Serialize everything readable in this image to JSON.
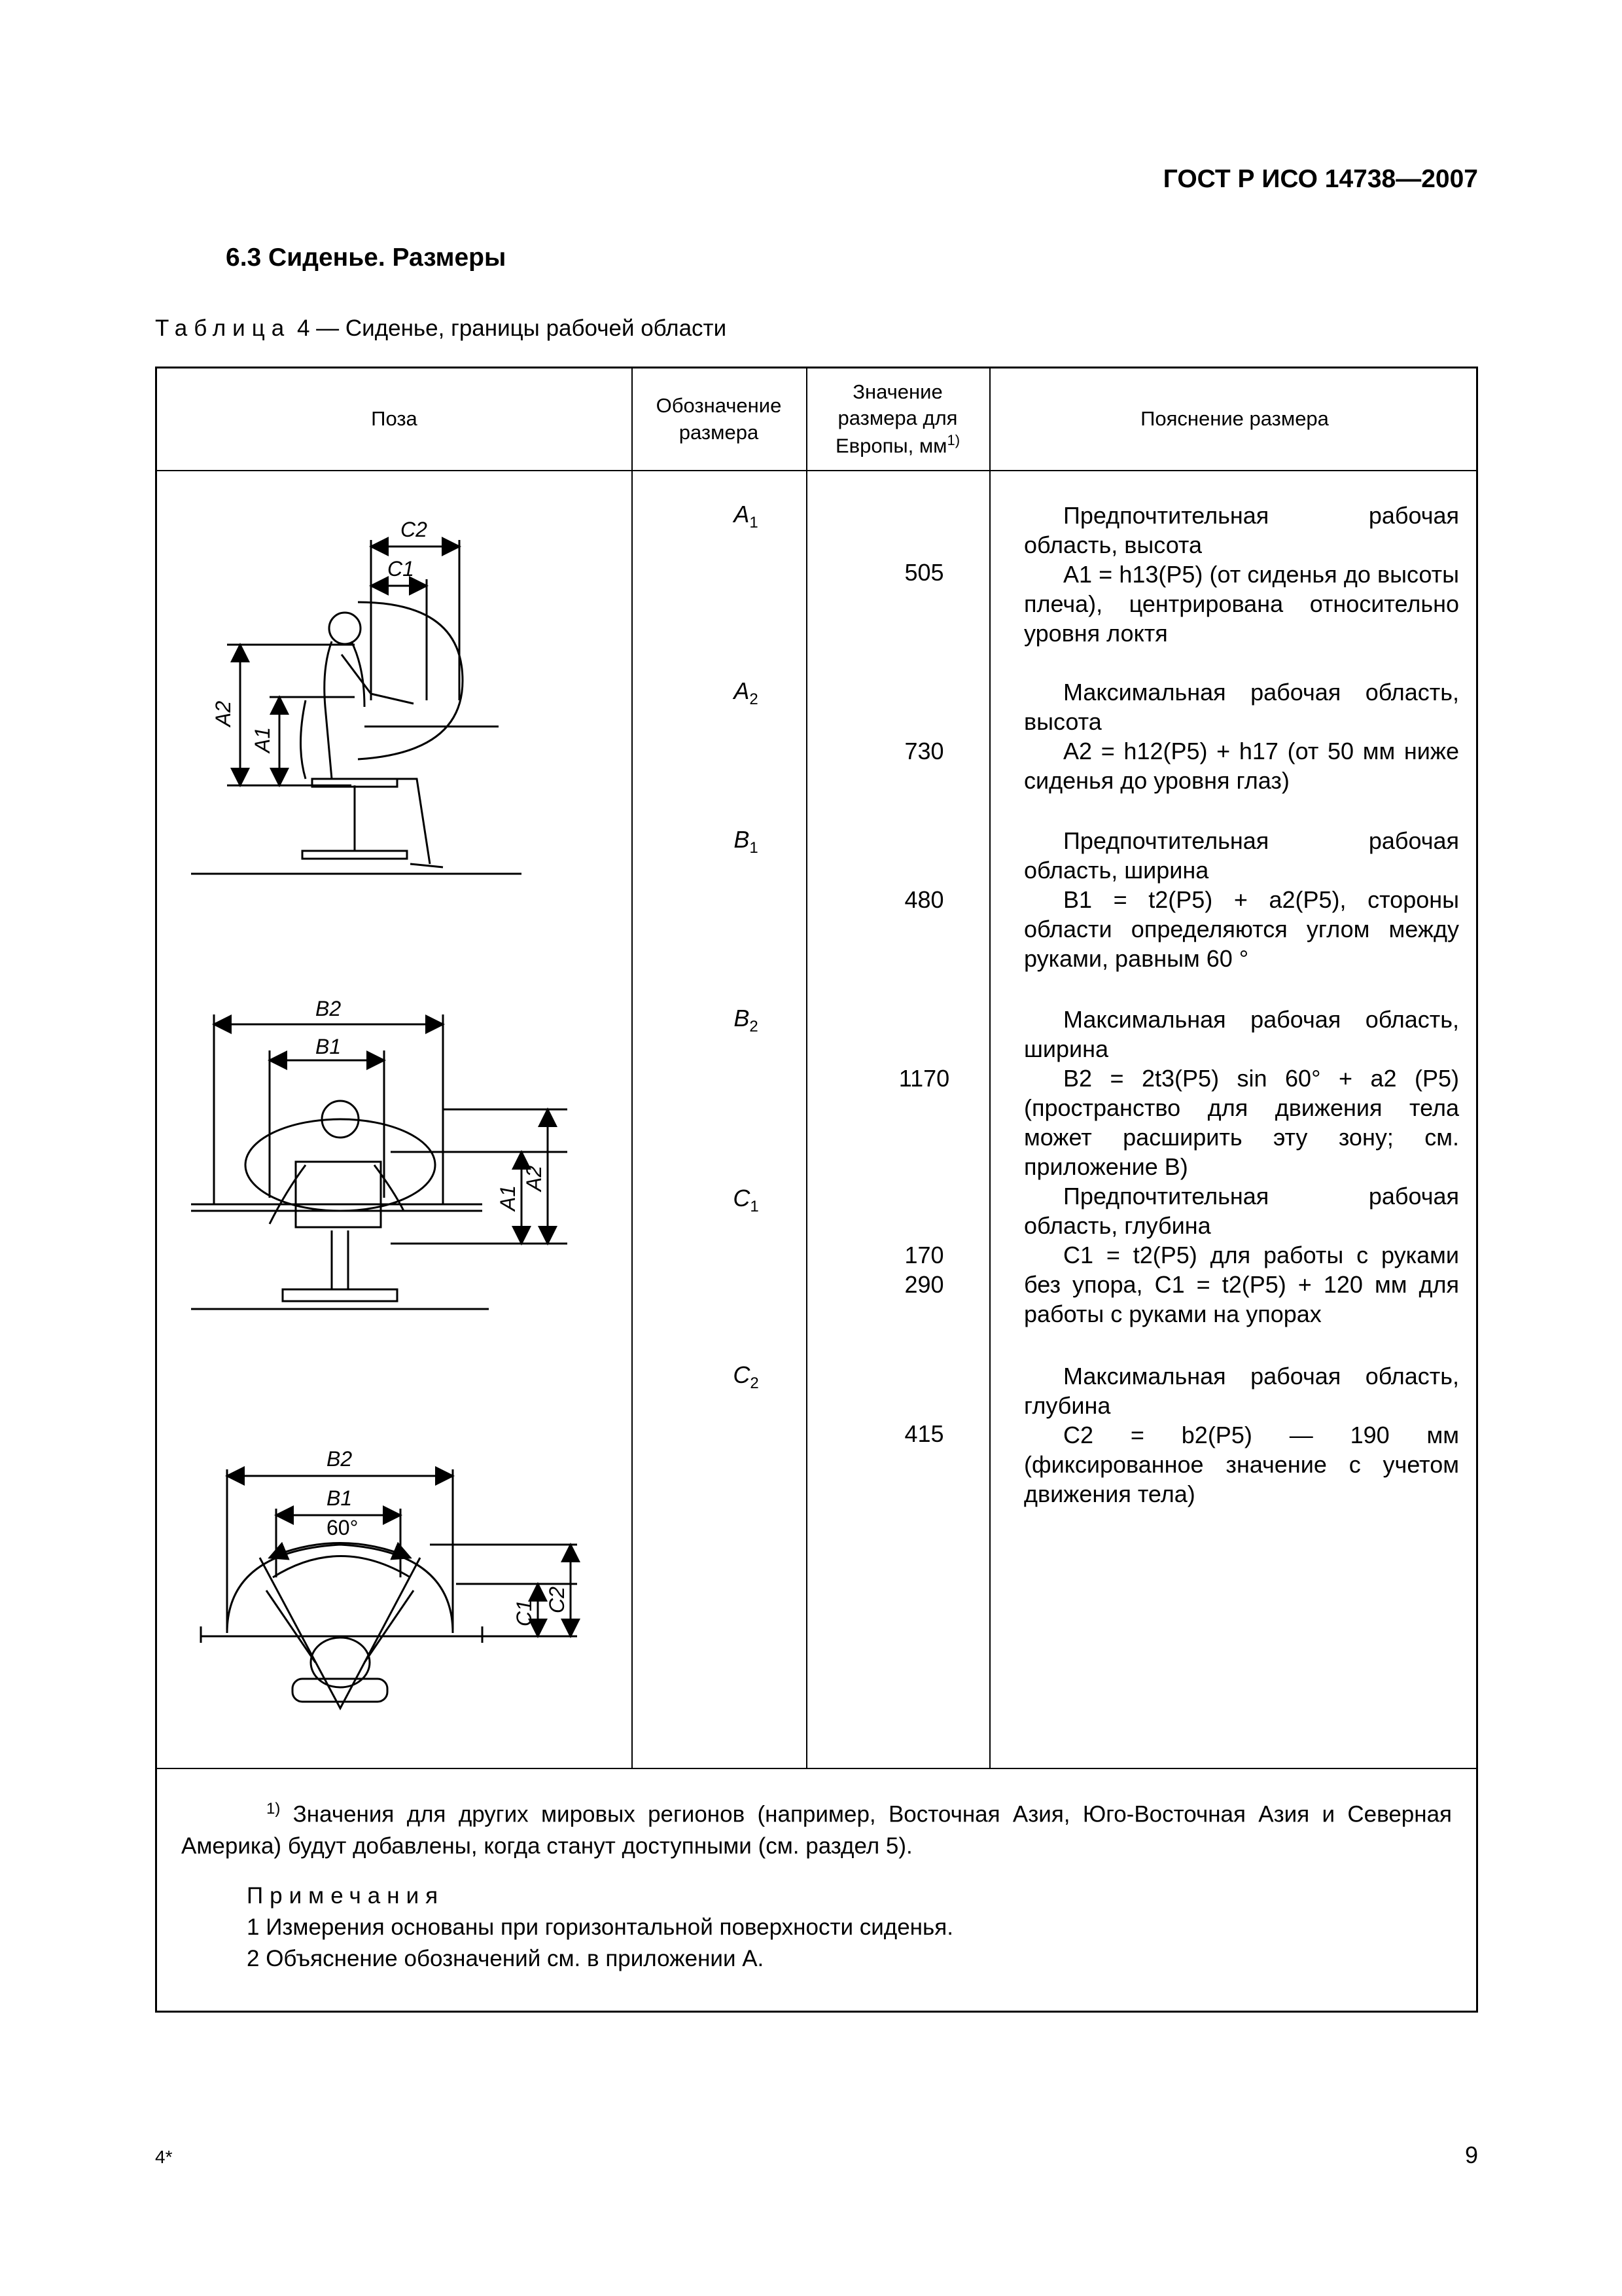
{
  "header": {
    "standard_code": "ГОСТ Р ИСО 14738—2007"
  },
  "section": {
    "title": "6.3 Сиденье. Размеры"
  },
  "table": {
    "caption_word": "Таблица",
    "caption_rest": " 4 — Сиденье, границы рабочей области",
    "headers": {
      "pose": "Поза",
      "designation_line1": "Обозначение",
      "designation_line2": "размера",
      "value_line1": "Значение",
      "value_line2": "размера для",
      "value_line3": "Европы, мм",
      "value_sup": "1)",
      "explanation": "Пояснение размера"
    },
    "rows": [
      {
        "designation": "A",
        "sub": "1",
        "values": [
          "505"
        ],
        "lead": "Предпочтительная рабочая область, высота",
        "formula": "A1 = h13(P5) (от сиденья до высоты плеча), центрирована относительно уровня локтя"
      },
      {
        "designation": "A",
        "sub": "2",
        "values": [
          "730"
        ],
        "lead": "Максимальная рабочая область, высота",
        "formula": "A2 = h12(P5) + h17 (от 50 мм ниже сиденья до уровня глаз)"
      },
      {
        "designation": "B",
        "sub": "1",
        "values": [
          "480"
        ],
        "lead": "Предпочтительная рабочая область, ширина",
        "formula": "B1 = t2(P5) + a2(P5), стороны области определяются углом между руками, равным 60 °"
      },
      {
        "designation": "B",
        "sub": "2",
        "values": [
          "1170"
        ],
        "lead": "Максимальная рабочая область, ширина",
        "formula": "B2 = 2t3(P5) sin 60° + a2 (P5) (пространство для движения тела может расширить эту зону; см. приложение В)"
      },
      {
        "designation": "C",
        "sub": "1",
        "values": [
          "170",
          "290"
        ],
        "lead": "Предпочтительная рабочая область, глубина",
        "formula": "C1 = t2(P5) для работы с руками без упора, C1 = t2(P5) + 120 мм для работы с руками на упорах"
      },
      {
        "designation": "C",
        "sub": "2",
        "values": [
          "415"
        ],
        "lead": "Максимальная рабочая область, глубина",
        "formula": "C2 = b2(P5) — 190 мм (фиксированное значение с учетом движения тела)"
      }
    ],
    "figure_labels": {
      "A1": "A1",
      "A2": "A2",
      "B1": "B1",
      "B2": "B2",
      "C1": "C1",
      "C2": "C2",
      "angle": "60°"
    }
  },
  "footnote": {
    "marker": "1)",
    "text": " Значения для других мировых регионов (например, Восточная Азия, Юго-Восточная Азия и Северная Америка) будут добавлены, когда станут доступными (см. раздел 5).",
    "notes_heading": "Примечания",
    "notes": [
      "1 Измерения основаны при горизонтальной поверхности сиденья.",
      "2 Объяснение обозначений см. в приложении А."
    ]
  },
  "footer": {
    "left_mark": "4*",
    "page_number": "9"
  }
}
